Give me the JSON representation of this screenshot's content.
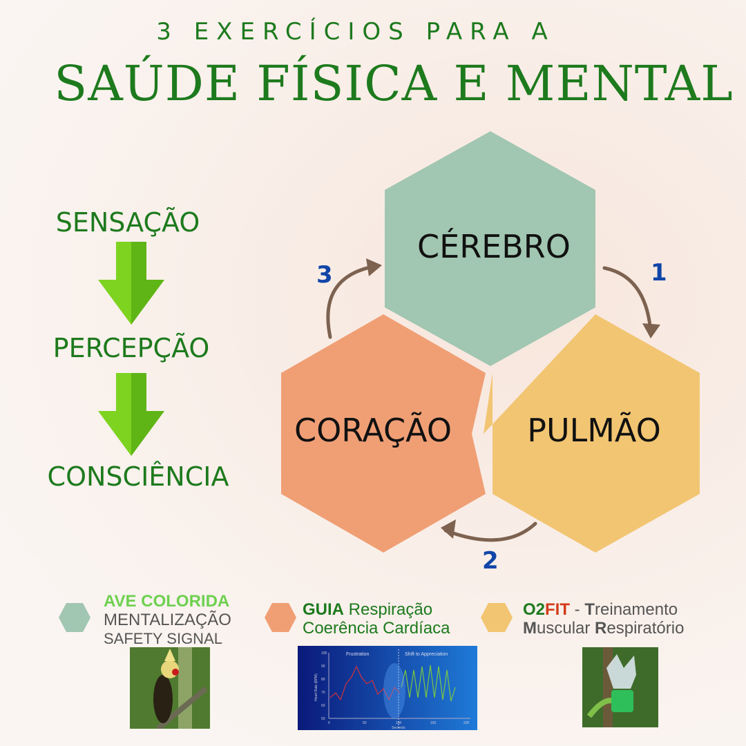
{
  "header": {
    "subtitle": "3 EXERCÍCIOS PARA A",
    "title": "SAÚDE FÍSICA E MENTAL"
  },
  "flow": {
    "steps": [
      "SENSAÇÃO",
      "PERCEPÇÃO",
      "CONSCIÊNCIA"
    ]
  },
  "cycle": {
    "hexagons": [
      {
        "label": "CÉREBRO",
        "color": "#a1c6b1"
      },
      {
        "label": "CORAÇÃO",
        "color": "#f09f75"
      },
      {
        "label": "PULMÃO",
        "color": "#f2c572"
      }
    ],
    "arrow_numbers": [
      "1",
      "2",
      "3"
    ],
    "arrow_color": "#7d6250"
  },
  "legend": [
    {
      "title": "AVE COLORIDA",
      "line1": "MENTALIZAÇÃO",
      "line2": "SAFETY SIGNAL",
      "color": "#a1c6b1"
    },
    {
      "bold": "GUIA",
      "rest": " Respiração",
      "line2": "Coerência Cardíaca",
      "color": "#f09f75"
    },
    {
      "o2": "O2",
      "fit": "FIT",
      "dash": " - ",
      "t": "T",
      "reinamento": "reinamento",
      "m": "M",
      "uscular": "uscular ",
      "r": "R",
      "espiratorio": "espiratório",
      "color": "#f2c572"
    }
  ],
  "chart_image": {
    "left_label": "Frustration",
    "right_label": "Shift to Appreciation",
    "ylabel": "Heart Rate (BPM)",
    "xlabel": "Seconds",
    "yticks": [
      "100",
      "90",
      "80",
      "70",
      "60",
      "50"
    ],
    "xticks": [
      "0",
      "50",
      "100",
      "150",
      "200"
    ]
  }
}
